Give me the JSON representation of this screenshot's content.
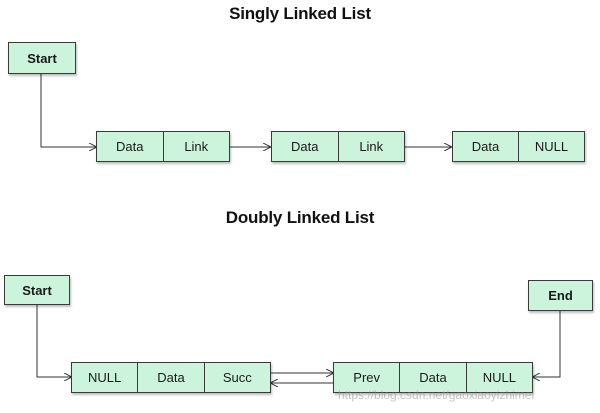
{
  "singly": {
    "title": "Singly Linked List",
    "start_label": "Start",
    "nodes": [
      [
        "Data",
        "Link"
      ],
      [
        "Data",
        "Link"
      ],
      [
        "Data",
        "NULL"
      ]
    ]
  },
  "doubly": {
    "title": "Doubly Linked List",
    "start_label": "Start",
    "end_label": "End",
    "nodes": [
      [
        "NULL",
        "Data",
        "Succ"
      ],
      [
        "Prev",
        "Data",
        "NULL"
      ]
    ]
  },
  "watermark": "https://blog.csdn.net/gaoxiaoyizhimei",
  "colors": {
    "box_fill": "#ccf4dc",
    "border": "#3a3a3a"
  }
}
